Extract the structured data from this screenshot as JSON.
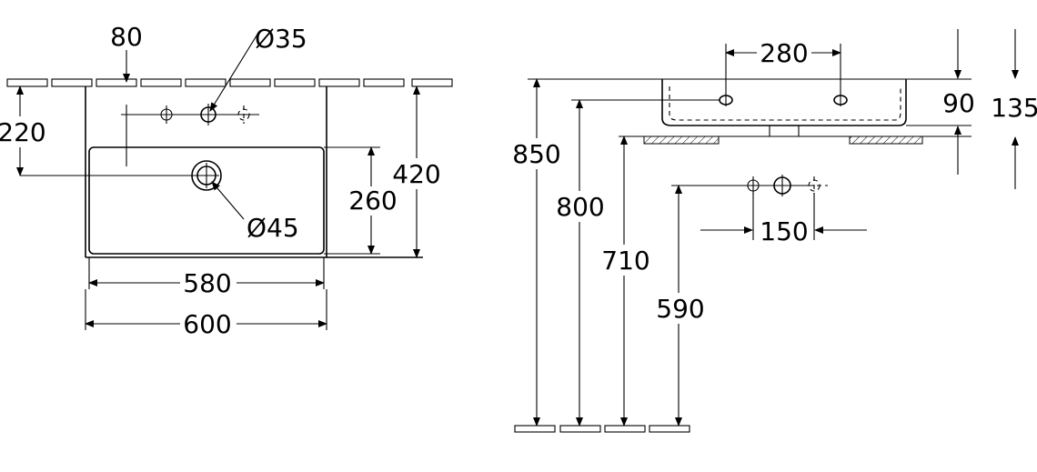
{
  "plan_view": {
    "dim_top_offset": "80",
    "dim_tap_hole": "Ø35",
    "dim_waste_hole": "Ø45",
    "dim_left_height": "220",
    "dim_bowl_depth": "260",
    "dim_overall_depth": "420",
    "dim_inner_width": "580",
    "dim_overall_width": "600"
  },
  "side_view": {
    "dim_tap_spacing": "280",
    "dim_top_height": "90",
    "dim_total_height": "135",
    "dim_850": "850",
    "dim_800": "800",
    "dim_710": "710",
    "dim_590": "590",
    "dim_150": "150"
  }
}
